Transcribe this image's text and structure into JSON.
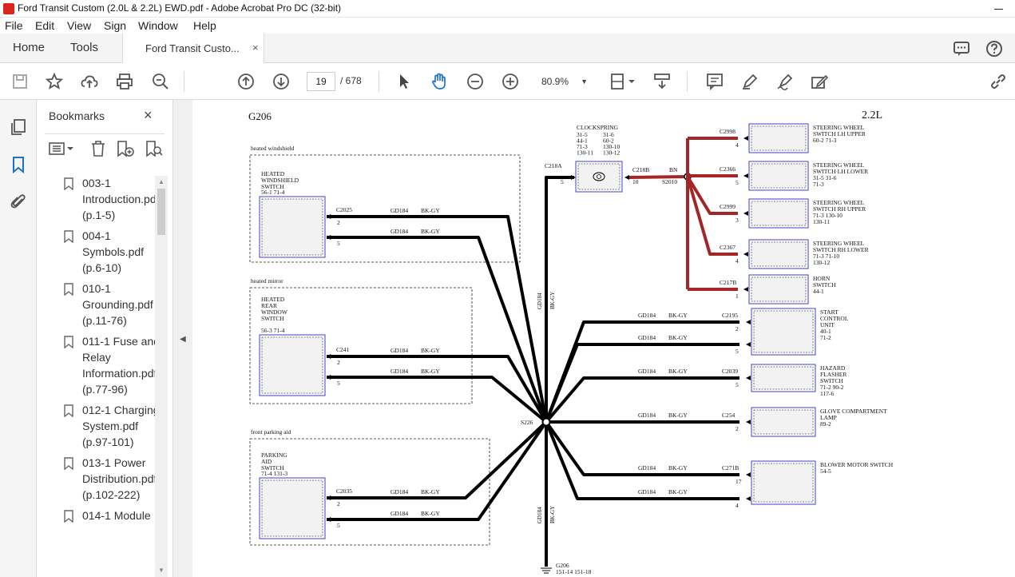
{
  "window": {
    "title": "Ford Transit Custom (2.0L & 2.2L) EWD.pdf - Adobe Acrobat Pro DC (32-bit)"
  },
  "menu": [
    "File",
    "Edit",
    "View",
    "Sign",
    "Window",
    "Help"
  ],
  "tabs": {
    "home": "Home",
    "tools": "Tools",
    "document": "Ford Transit Custo...",
    "close": "×"
  },
  "toolbar": {
    "page_current": "19",
    "page_total": "/ 678",
    "zoom": "80.9%"
  },
  "bookmarks": {
    "title": "Bookmarks",
    "close": "×",
    "items": [
      "003-1 Introduction.pdf (p.1-5)",
      "004-1 Symbols.pdf (p.6-10)",
      "010-1 Grounding.pdf (p.11-76)",
      "011-1 Fuse and Relay Information.pdf (p.77-96)",
      "012-1 Charging System.pdf (p.97-101)",
      "013-1 Power Distribution.pdf (p.102-222)",
      "014-1 Module"
    ]
  },
  "diagram": {
    "page_title": "G206",
    "engine": "2.2L",
    "groups": [
      {
        "label": "heated windshield",
        "title": [
          "HEATED",
          "WINDSHIELD",
          "SWITCH"
        ],
        "refs": "56-1   71-4",
        "connector": "C2025"
      },
      {
        "label": "heated mirror",
        "title": [
          "HEATED",
          "REAR",
          "WINDOW",
          "SWITCH"
        ],
        "refs": "56-3   71-4",
        "connector": "C241"
      },
      {
        "label": "front parking aid",
        "title": [
          "PARKING",
          "AID",
          "SWITCH"
        ],
        "refs": "71-4   131-3",
        "connector": "C2035"
      }
    ],
    "pins": {
      "p2": "2",
      "p5": "5"
    },
    "wire": {
      "circuit": "GD184",
      "color": "BK-GY",
      "color_red": "BN"
    },
    "splice": "S226",
    "splice_red": "S2010",
    "ground": {
      "name": "G206",
      "refs": "151-14    151-18"
    },
    "clockspring": {
      "name": "CLOCKSPRING",
      "refs": [
        "31-5",
        "31-6",
        "44-1",
        "60-2",
        "71-3",
        "130-10",
        "130-11",
        "130-12"
      ],
      "c_in": "C218A",
      "pin_in": "5",
      "c_out": "C218B",
      "pin_out": "10"
    },
    "right_red": [
      {
        "conn": "C2998",
        "pin": "4",
        "title": [
          "STEERING WHEEL",
          "SWITCH LH UPPER"
        ],
        "refs": [
          "60-2     71-3"
        ]
      },
      {
        "conn": "C2366",
        "pin": "5",
        "title": [
          "STEERING WHEEL",
          "SWITCH LH LOWER"
        ],
        "refs": [
          "31-5      31-6",
          "71-3"
        ]
      },
      {
        "conn": "C2999",
        "pin": "3",
        "title": [
          "STEERING WHEEL",
          "SWITCH RH UPPER"
        ],
        "refs": [
          "71-3       130-10",
          "130-11"
        ]
      },
      {
        "conn": "C2367",
        "pin": "4",
        "title": [
          "STEERING WHEEL",
          "SWITCH RH LOWER"
        ],
        "refs": [
          "71-3       71-10",
          "130-12"
        ]
      },
      {
        "conn": "C217B",
        "pin": "1",
        "title": [
          "HORN",
          "SWITCH"
        ],
        "refs": [
          "44-1"
        ]
      }
    ],
    "right_black": [
      {
        "title": [
          "START",
          "CONTROL",
          "UNIT"
        ],
        "refs": [
          "40-1",
          "71-2"
        ],
        "wires": [
          {
            "conn": "C2195",
            "pin": "2"
          },
          {
            "conn": "",
            "pin": "5"
          }
        ]
      },
      {
        "title": [
          "HAZARD",
          "FLASHER",
          "SWITCH"
        ],
        "refs": [
          "71-2       90-2",
          "117-6"
        ],
        "wires": [
          {
            "conn": "C2039",
            "pin": "5"
          }
        ]
      },
      {
        "title": [
          "GLOVE COMPARTMENT",
          "LAMP"
        ],
        "refs": [
          "89-2"
        ],
        "wires": [
          {
            "conn": "C254",
            "pin": "2"
          }
        ]
      },
      {
        "title": [
          "BLOWER MOTOR SWITCH"
        ],
        "refs": [
          "54-5"
        ],
        "wires": [
          {
            "conn": "C271B",
            "pin": "17"
          },
          {
            "conn": "",
            "pin": "4"
          }
        ]
      }
    ]
  }
}
